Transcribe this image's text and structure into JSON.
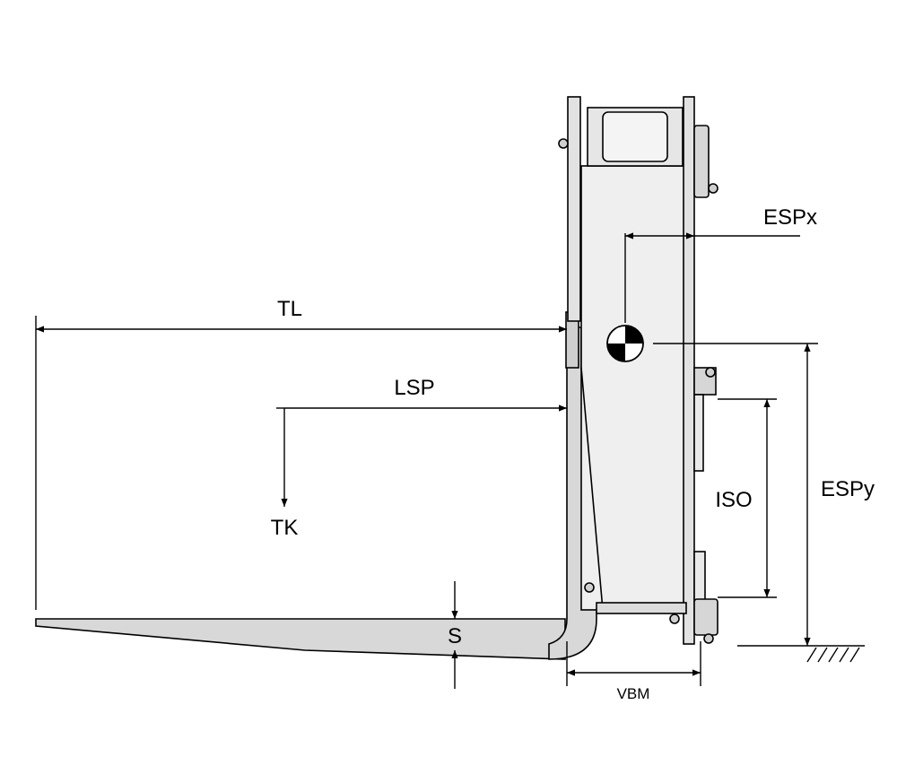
{
  "diagram": {
    "labels": {
      "tl": "TL",
      "lsp": "LSP",
      "tk": "TK",
      "s": "S",
      "vbm": "VBM",
      "iso": "ISO",
      "espx": "ESPx",
      "espy": "ESPy"
    },
    "colors": {
      "fork_fill": "#d8d8d8",
      "frame_fill": "#efefef",
      "plate_fill": "#e2e2e2",
      "line": "#000000"
    }
  }
}
